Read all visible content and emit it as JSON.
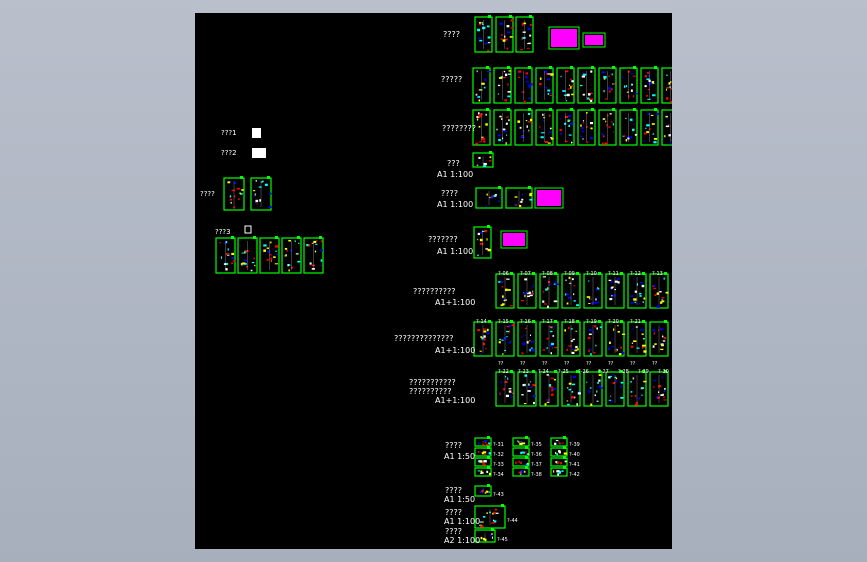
{
  "colors": {
    "background": "#b3b9c5",
    "drawing_area": "#000000",
    "frame": "#00ff00",
    "magenta": "#ff00ff",
    "text": "#ffffff",
    "marks": [
      "#ff0000",
      "#00ffff",
      "#ffff00",
      "#ffffff",
      "#0000ff"
    ]
  },
  "left_labels": {
    "item1": "???1",
    "item2": "???2",
    "item3": "????",
    "item4": "???3"
  },
  "right_labels": {
    "row1": "????",
    "row2": "?????",
    "row3": "????????",
    "row4_a": "???",
    "row4_b": "A1 1:100",
    "row5_a": "????",
    "row5_b": "A1 1:100",
    "row6_a": "???????",
    "row6_b": "A1 1:100",
    "row7_a": "??????????",
    "row7_b": "A1+1:100",
    "row8_a": "??????????????",
    "row8_b": "A1+1:100",
    "row9_a": "???????????",
    "row9_b": "??????????",
    "row9_c": "A1+1:100",
    "row10_a": "????",
    "row10_b": "A1 1:50",
    "row11_a": "????",
    "row11_b": "A1 1:50",
    "row12_a": "????",
    "row12_b": "A1 1:100",
    "row13_a": "????",
    "row13_b": "A2 1:100"
  },
  "sheet_numbers": {
    "row7": [
      "?-06",
      "?-07",
      "?-08",
      "?-09",
      "?-10",
      "?-11",
      "?-12",
      "?-13"
    ],
    "row8": [
      "?-14",
      "?-15",
      "?-16",
      "?-17",
      "?-18",
      "?-19",
      "?-20",
      "?-21"
    ],
    "row9_headers": [
      "??",
      "??",
      "??",
      "??",
      "??",
      "??",
      "??",
      "??"
    ],
    "row9": [
      "?-22",
      "?-23",
      "?-24",
      "?-25",
      "?-26",
      "?-27",
      "?-28",
      "?-29",
      "?-30"
    ],
    "details": [
      "?-31",
      "?-32",
      "?-33",
      "?-34",
      "?-35",
      "?-36",
      "?-37",
      "?-38",
      "?-39",
      "?-40",
      "?-41",
      "?-42",
      "?-43",
      "?-44",
      "?-45"
    ]
  }
}
